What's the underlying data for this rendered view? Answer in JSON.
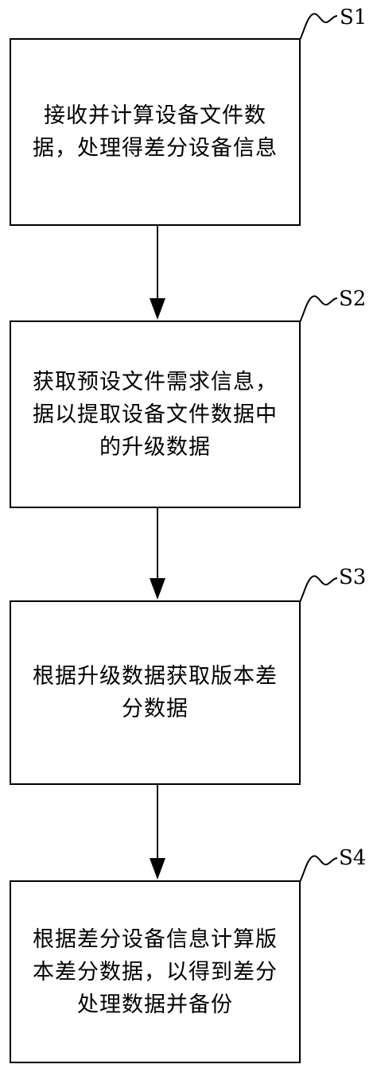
{
  "steps": [
    {
      "label": "S1",
      "text": "接收并计算设备文件数据，处理得差分设备信息"
    },
    {
      "label": "S2",
      "text": "获取预设文件需求信息，据以提取设备文件数据中的升级数据"
    },
    {
      "label": "S3",
      "text": "根据升级数据获取版本差分数据"
    },
    {
      "label": "S4",
      "text": "根据差分设备信息计算版本差分数据，以得到差分处理数据并备份"
    }
  ]
}
